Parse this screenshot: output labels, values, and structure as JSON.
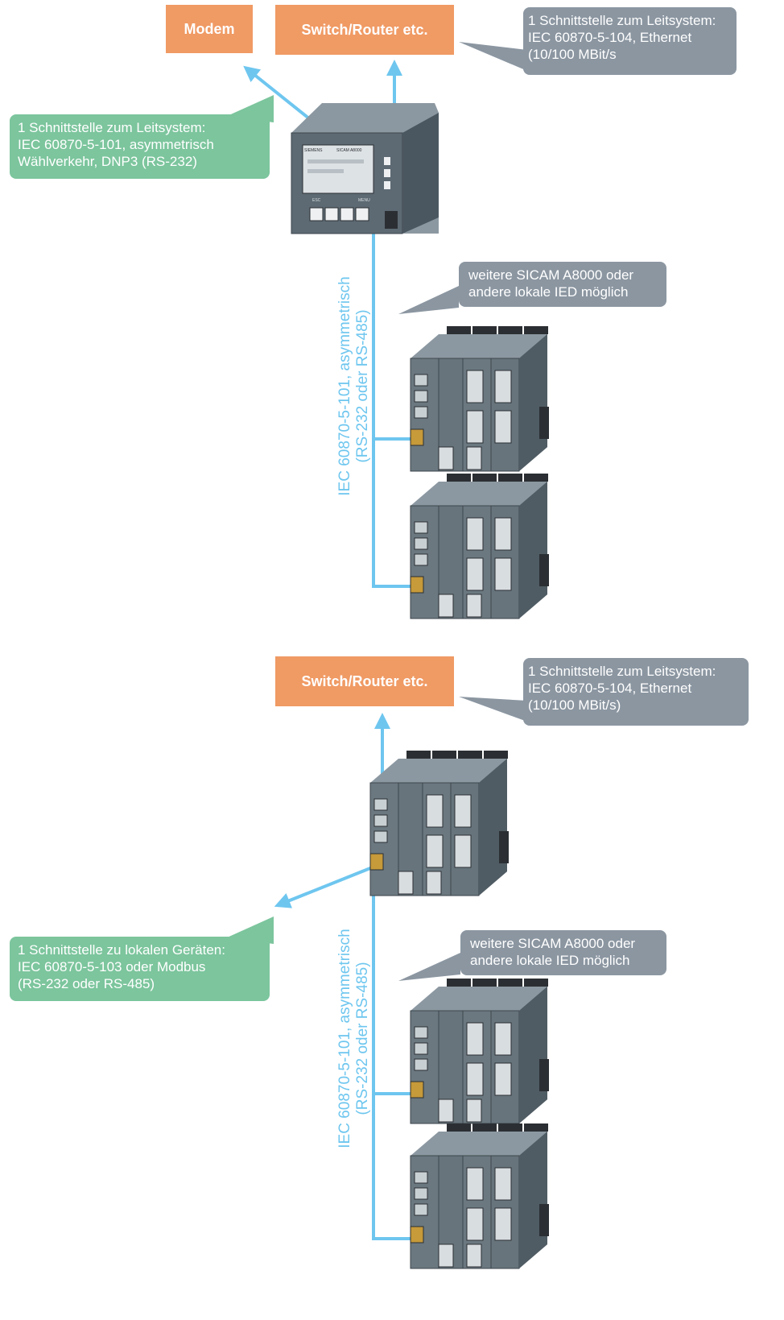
{
  "top": {
    "modem_label": "Modem",
    "switch_label": "Switch/Router etc.",
    "ethernet_callout": [
      "1 Schnittstelle zum Leitsystem:",
      "IEC 60870-5-104, Ethernet",
      "(10/100 MBit/s"
    ],
    "serial_callout": [
      "1 Schnittstelle zum Leitsystem:",
      "IEC 60870-5-101, asymmetrisch",
      "Wählverkehr, DNP3 (RS-232)"
    ],
    "more_devices_callout": [
      "weitere SICAM A8000 oder",
      "andere lokale IED möglich"
    ],
    "bus_label": [
      "IEC 60870-5-101, asymmetrisch",
      "(RS-232 oder RS-485)"
    ],
    "panel_device": {
      "brand": "SIEMENS",
      "model": "SICAM A8000",
      "keys": [
        "ESC",
        "MENU"
      ]
    }
  },
  "bottom": {
    "switch_label": "Switch/Router etc.",
    "ethernet_callout": [
      "1 Schnittstelle zum Leitsystem:",
      "IEC 60870-5-104, Ethernet",
      "(10/100 MBit/s)"
    ],
    "local_callout": [
      "1 Schnittstelle zu lokalen Geräten:",
      "IEC 60870-5-103 oder Modbus",
      "(RS-232 oder RS-485)"
    ],
    "more_devices_callout": [
      "weitere SICAM A8000 oder",
      "andere lokale IED möglich"
    ],
    "bus_label": [
      "IEC 60870-5-101, asymmetrisch",
      "(RS-232 oder RS-485)"
    ]
  },
  "colors": {
    "orange_box": "#f09a64",
    "gray_callout": "#8b96a1",
    "green_callout": "#7cc59d",
    "link_blue": "#6ec6ef",
    "device_body": "#5d6a73"
  }
}
